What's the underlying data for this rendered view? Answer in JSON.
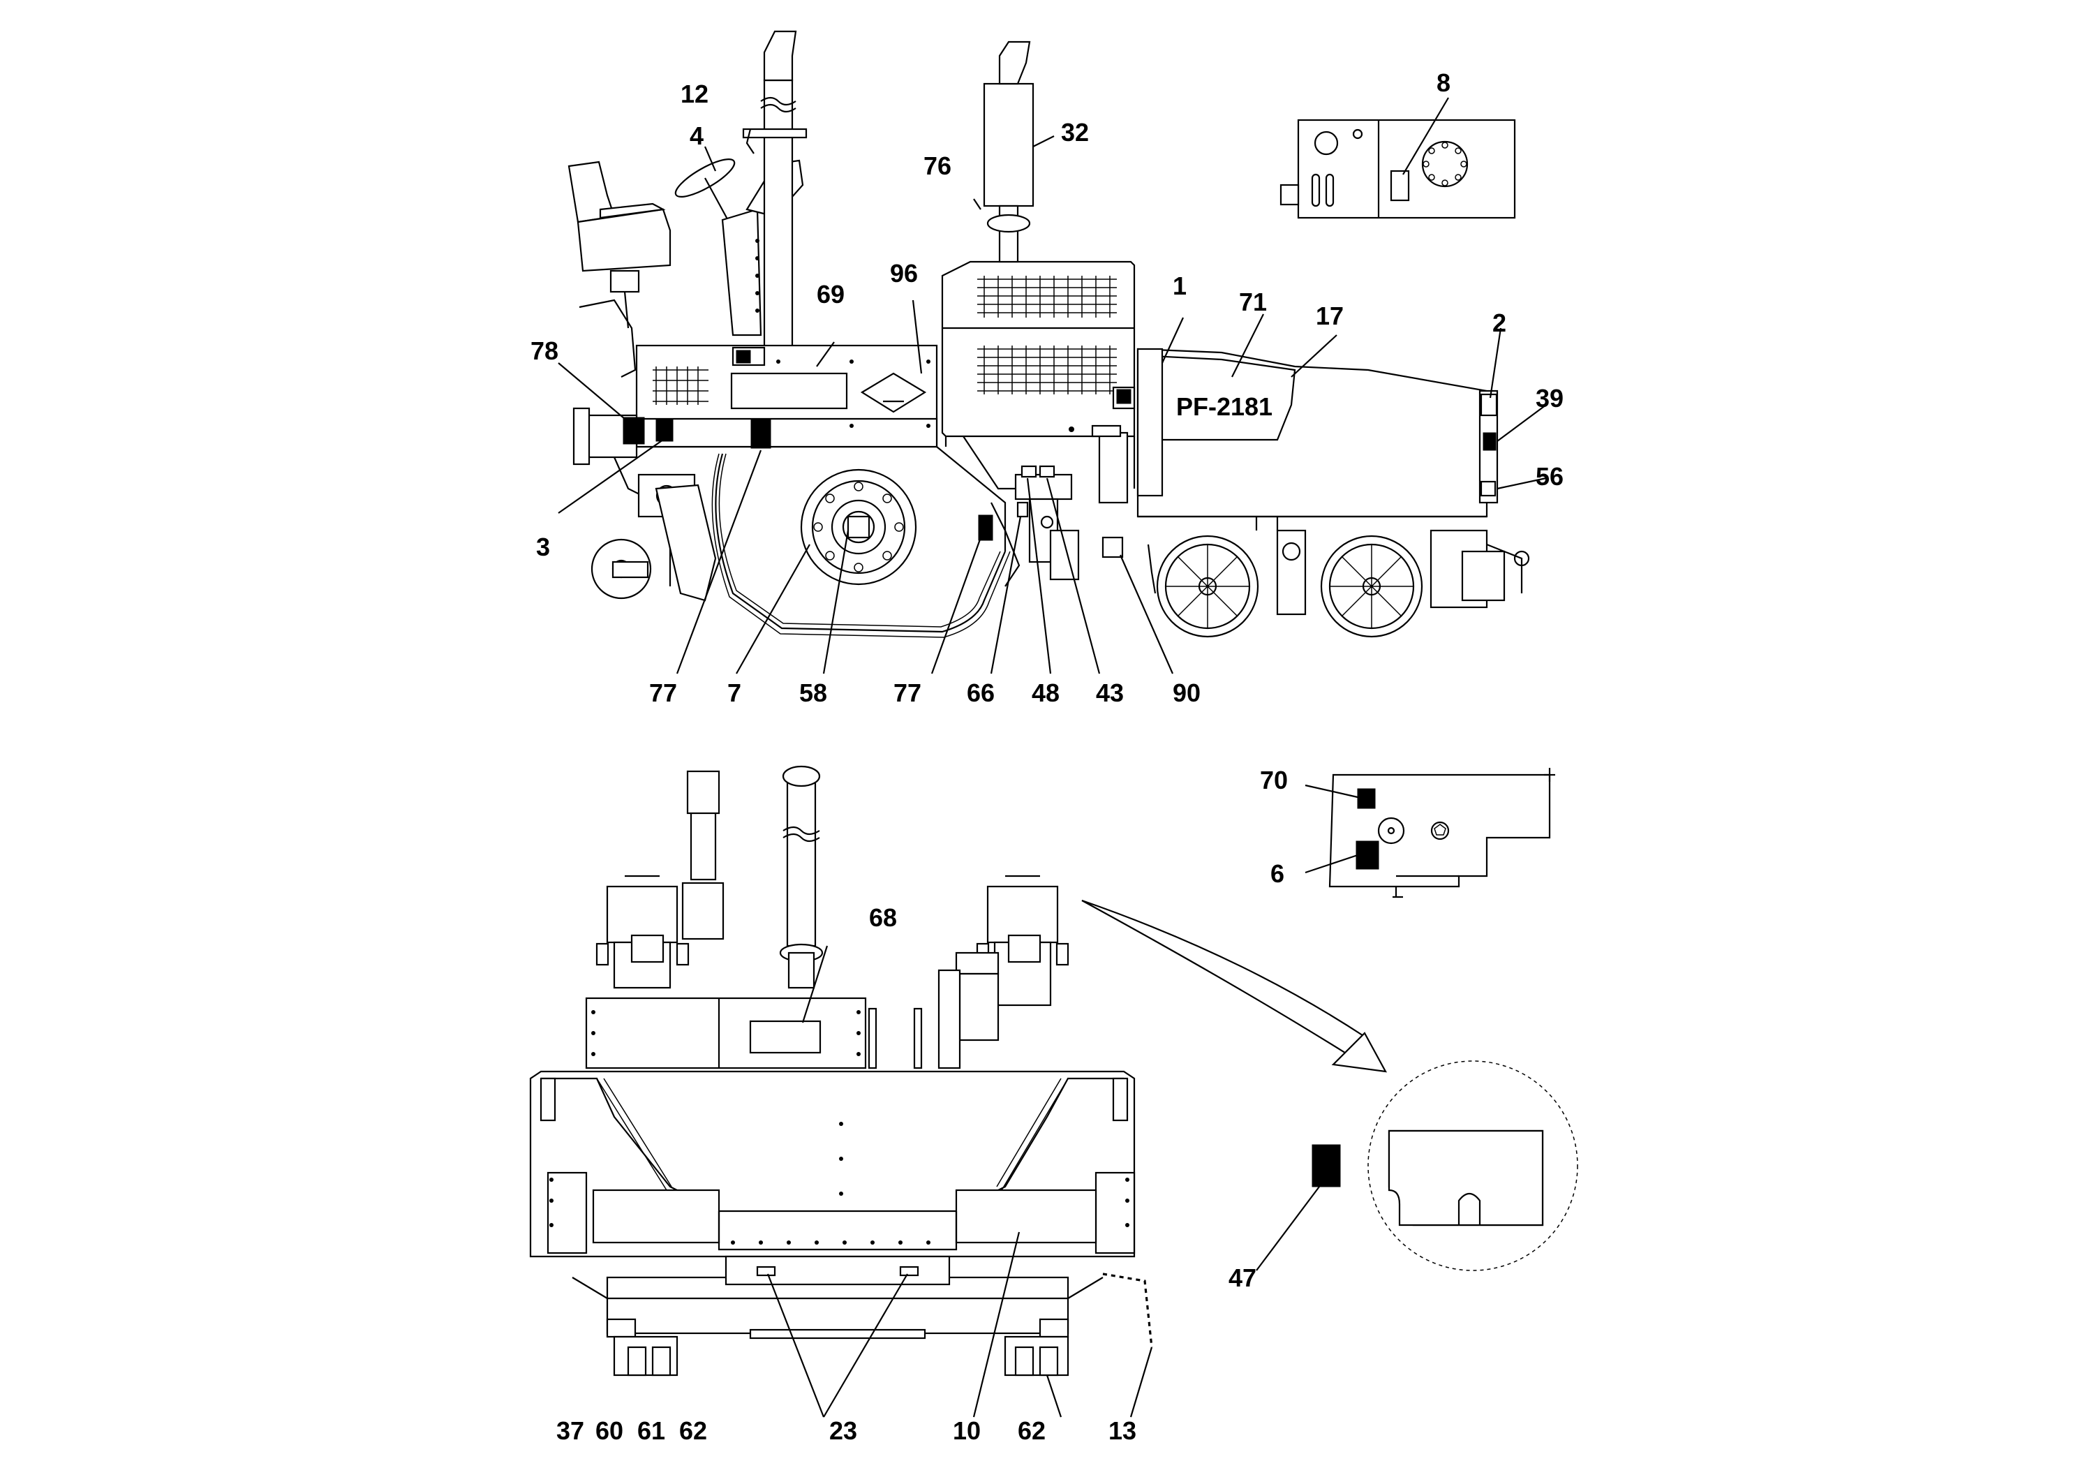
{
  "colors": {
    "line": "#000000",
    "background": "#ffffff",
    "decal": "#000000"
  },
  "model_plate": "PF-2181",
  "callouts": [
    {
      "id": "c12",
      "text": "12"
    },
    {
      "id": "c4",
      "text": "4"
    },
    {
      "id": "c76",
      "text": "76"
    },
    {
      "id": "c32",
      "text": "32"
    },
    {
      "id": "c8",
      "text": "8"
    },
    {
      "id": "c69",
      "text": "69"
    },
    {
      "id": "c96",
      "text": "96"
    },
    {
      "id": "c1",
      "text": "1"
    },
    {
      "id": "c71",
      "text": "71"
    },
    {
      "id": "c17",
      "text": "17"
    },
    {
      "id": "c2",
      "text": "2"
    },
    {
      "id": "c39",
      "text": "39"
    },
    {
      "id": "c56",
      "text": "56"
    },
    {
      "id": "c78",
      "text": "78"
    },
    {
      "id": "c3",
      "text": "3"
    },
    {
      "id": "c77a",
      "text": "77"
    },
    {
      "id": "c7",
      "text": "7"
    },
    {
      "id": "c58",
      "text": "58"
    },
    {
      "id": "c77b",
      "text": "77"
    },
    {
      "id": "c66",
      "text": "66"
    },
    {
      "id": "c48",
      "text": "48"
    },
    {
      "id": "c43",
      "text": "43"
    },
    {
      "id": "c90",
      "text": "90"
    },
    {
      "id": "c70",
      "text": "70"
    },
    {
      "id": "c6",
      "text": "6"
    },
    {
      "id": "c68",
      "text": "68"
    },
    {
      "id": "c47",
      "text": "47"
    },
    {
      "id": "c37",
      "text": "37"
    },
    {
      "id": "c60",
      "text": "60"
    },
    {
      "id": "c61",
      "text": "61"
    },
    {
      "id": "c62a",
      "text": "62"
    },
    {
      "id": "c23",
      "text": "23"
    },
    {
      "id": "c10",
      "text": "10"
    },
    {
      "id": "c62b",
      "text": "62"
    },
    {
      "id": "c13",
      "text": "13"
    }
  ]
}
